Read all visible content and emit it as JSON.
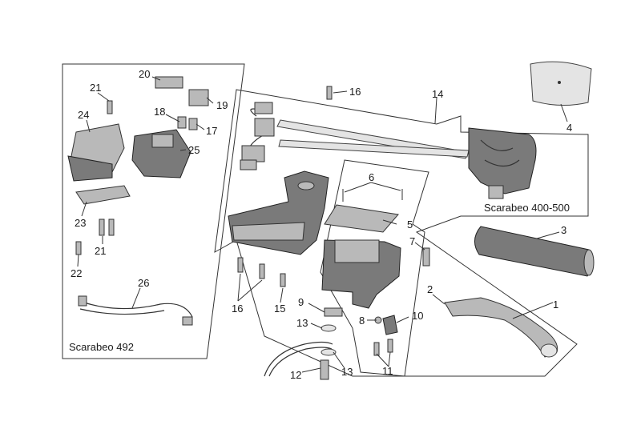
{
  "labels": {
    "n1": "1",
    "n2": "2",
    "n3": "3",
    "n4": "4",
    "n5": "5",
    "n6": "6",
    "n7": "7",
    "n8": "8",
    "n9": "9",
    "n10": "10",
    "n11": "11",
    "n12": "12",
    "n13a": "13",
    "n13b": "13",
    "n14": "14",
    "n15": "15",
    "n16a": "16",
    "n16b": "16",
    "n17": "17",
    "n18": "18",
    "n19": "19",
    "n20": "20",
    "n21a": "21",
    "n21b": "21",
    "n22": "22",
    "n23": "23",
    "n24": "24",
    "n25": "25",
    "n26": "26"
  },
  "captions": {
    "left_box": "Scarabeo 492",
    "right_box": "Scarabeo 400-500"
  }
}
